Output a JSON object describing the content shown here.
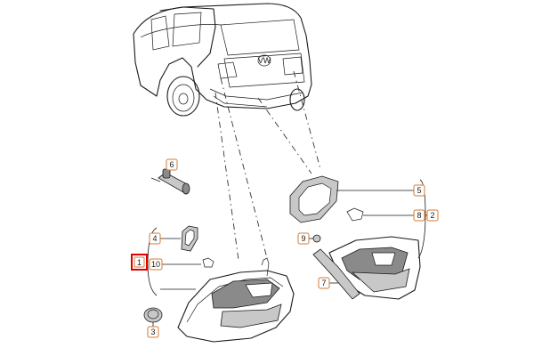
{
  "diagram": {
    "callouts": [
      {
        "id": "c1",
        "label": "1"
      },
      {
        "id": "c2",
        "label": "2"
      },
      {
        "id": "c3",
        "label": "3"
      },
      {
        "id": "c4",
        "label": "4"
      },
      {
        "id": "c5",
        "label": "5"
      },
      {
        "id": "c6",
        "label": "6"
      },
      {
        "id": "c7",
        "label": "7"
      },
      {
        "id": "c8",
        "label": "8"
      },
      {
        "id": "c9",
        "label": "9"
      },
      {
        "id": "c10",
        "label": "10"
      }
    ],
    "vehicle_badge": "VW",
    "highlight_color": "#e00000",
    "callout_color": "#d87a2e",
    "line_color": "#1a1a1a"
  }
}
